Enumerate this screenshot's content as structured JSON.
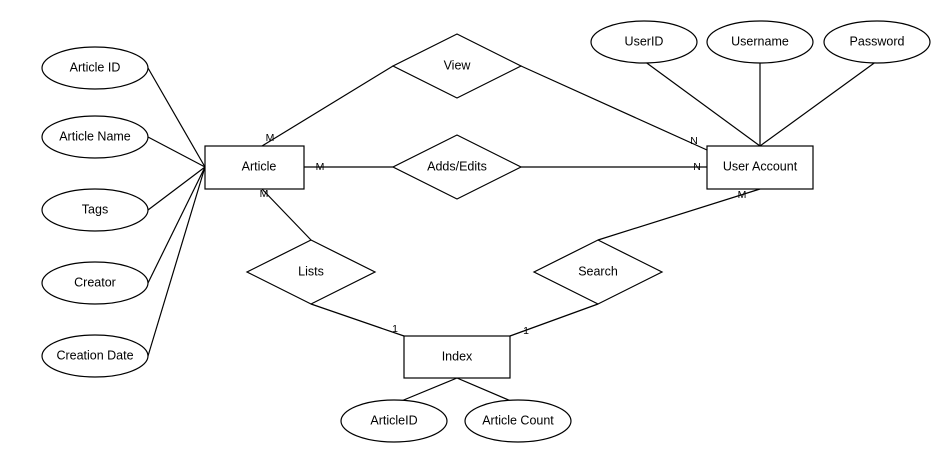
{
  "entities": {
    "article": "Article",
    "user_account": "User Account",
    "index": "Index"
  },
  "relationships": {
    "view": "View",
    "adds_edits": "Adds/Edits",
    "lists": "Lists",
    "search": "Search"
  },
  "attributes": {
    "article_id": "Article ID",
    "article_name": "Article Name",
    "tags": "Tags",
    "creator": "Creator",
    "creation_date": "Creation Date",
    "user_id": "UserID",
    "username": "Username",
    "password": "Password",
    "index_article_id": "ArticleID",
    "article_count": "Article Count"
  },
  "cardinalities": {
    "article_view": "M",
    "user_view": "N",
    "article_adds_edits": "M",
    "user_adds_edits": "N",
    "article_lists": "M",
    "index_lists": "1",
    "user_search": "M",
    "index_search": "1"
  }
}
